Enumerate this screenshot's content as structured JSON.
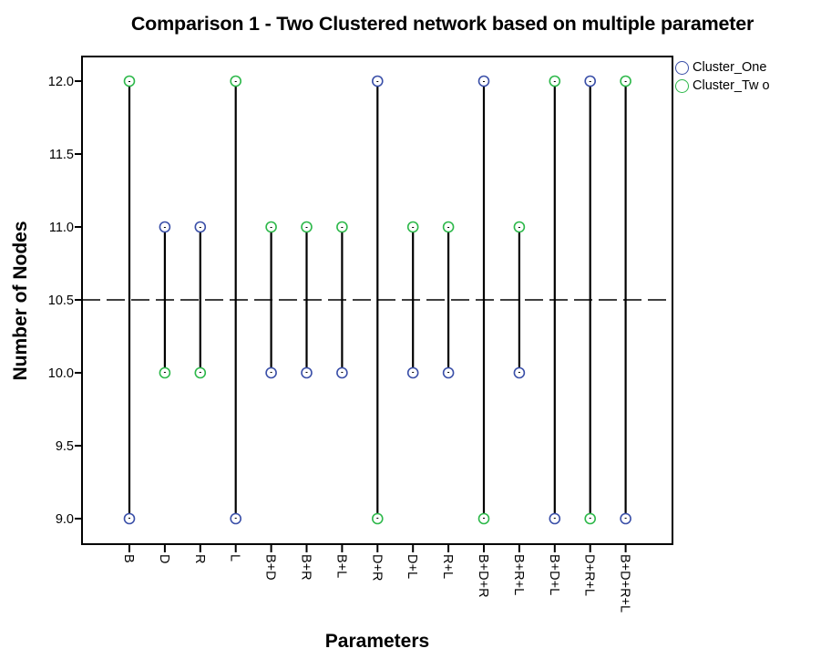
{
  "chart_data": {
    "type": "dumbbell",
    "title": "Comparison 1 - Two Clustered network based on multiple parameter",
    "xlabel": "Parameters",
    "ylabel": "Number of Nodes",
    "ylim": [
      8.83,
      12.19
    ],
    "yticks": [
      "9.0",
      "9.5",
      "10.0",
      "10.5",
      "11.0",
      "11.5",
      "12.0"
    ],
    "reference_line": {
      "y": 10.5,
      "style": "dashed"
    },
    "categories": [
      "B",
      "D",
      "R",
      "L",
      "B+D",
      "B+R",
      "B+L",
      "D+R",
      "D+L",
      "R+L",
      "B+D+R",
      "B+R+L",
      "B+D+L",
      "D+R+L",
      "B+D+R+L"
    ],
    "series": [
      {
        "name": "Cluster_One",
        "color": "#3a4fa8",
        "values": [
          9,
          11,
          11,
          9,
          10,
          10,
          10,
          12,
          10,
          10,
          12,
          10,
          9,
          12,
          9
        ]
      },
      {
        "name": "Cluster_Two",
        "color": "#2db84a",
        "values": [
          12,
          10,
          10,
          12,
          11,
          11,
          11,
          9,
          11,
          11,
          9,
          11,
          12,
          9,
          12
        ]
      }
    ],
    "legend_position": "right-top",
    "grid": false
  },
  "legend": {
    "items": [
      {
        "label": "Cluster_One",
        "color": "#3a4fa8"
      },
      {
        "label": "Cluster_Tw o",
        "color": "#2db84a"
      }
    ]
  }
}
